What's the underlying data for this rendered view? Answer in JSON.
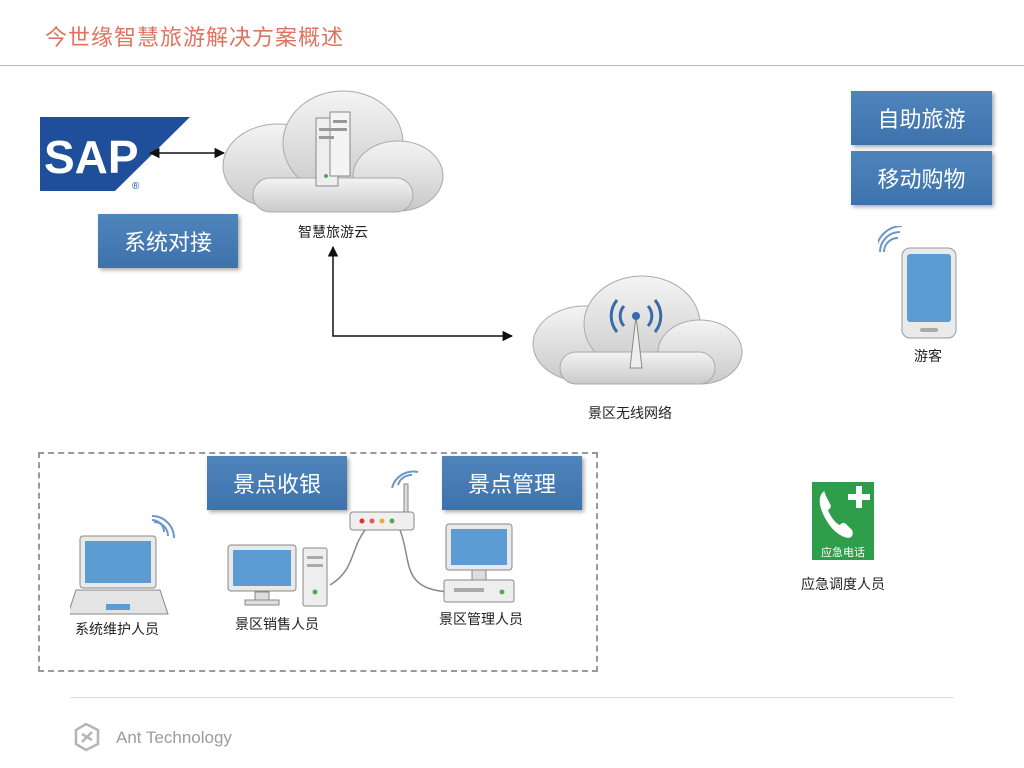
{
  "slide": {
    "title": "今世缘智慧旅游解决方案概述"
  },
  "logos": {
    "sap_text": "SAP",
    "sap_reg": "®"
  },
  "boxes": {
    "system_integration": "系统对接",
    "self_tour": "自助旅游",
    "mobile_shopping": "移动购物",
    "ticket_cashier": "景点收银",
    "scenic_management": "景点管理"
  },
  "labels": {
    "cloud": "智慧旅游云",
    "wireless": "景区无线网络",
    "tourist": "游客",
    "maintainer": "系统维护人员",
    "sales_staff": "景区销售人员",
    "manager": "景区管理人员",
    "emergency": "应急调度人员",
    "emergency_sign": "应急电话"
  },
  "footer": {
    "company": "Ant Technology"
  },
  "colors": {
    "accent": "#e0735f",
    "box_blue": "#4a7db5",
    "emergency_green": "#2f9e4a"
  }
}
